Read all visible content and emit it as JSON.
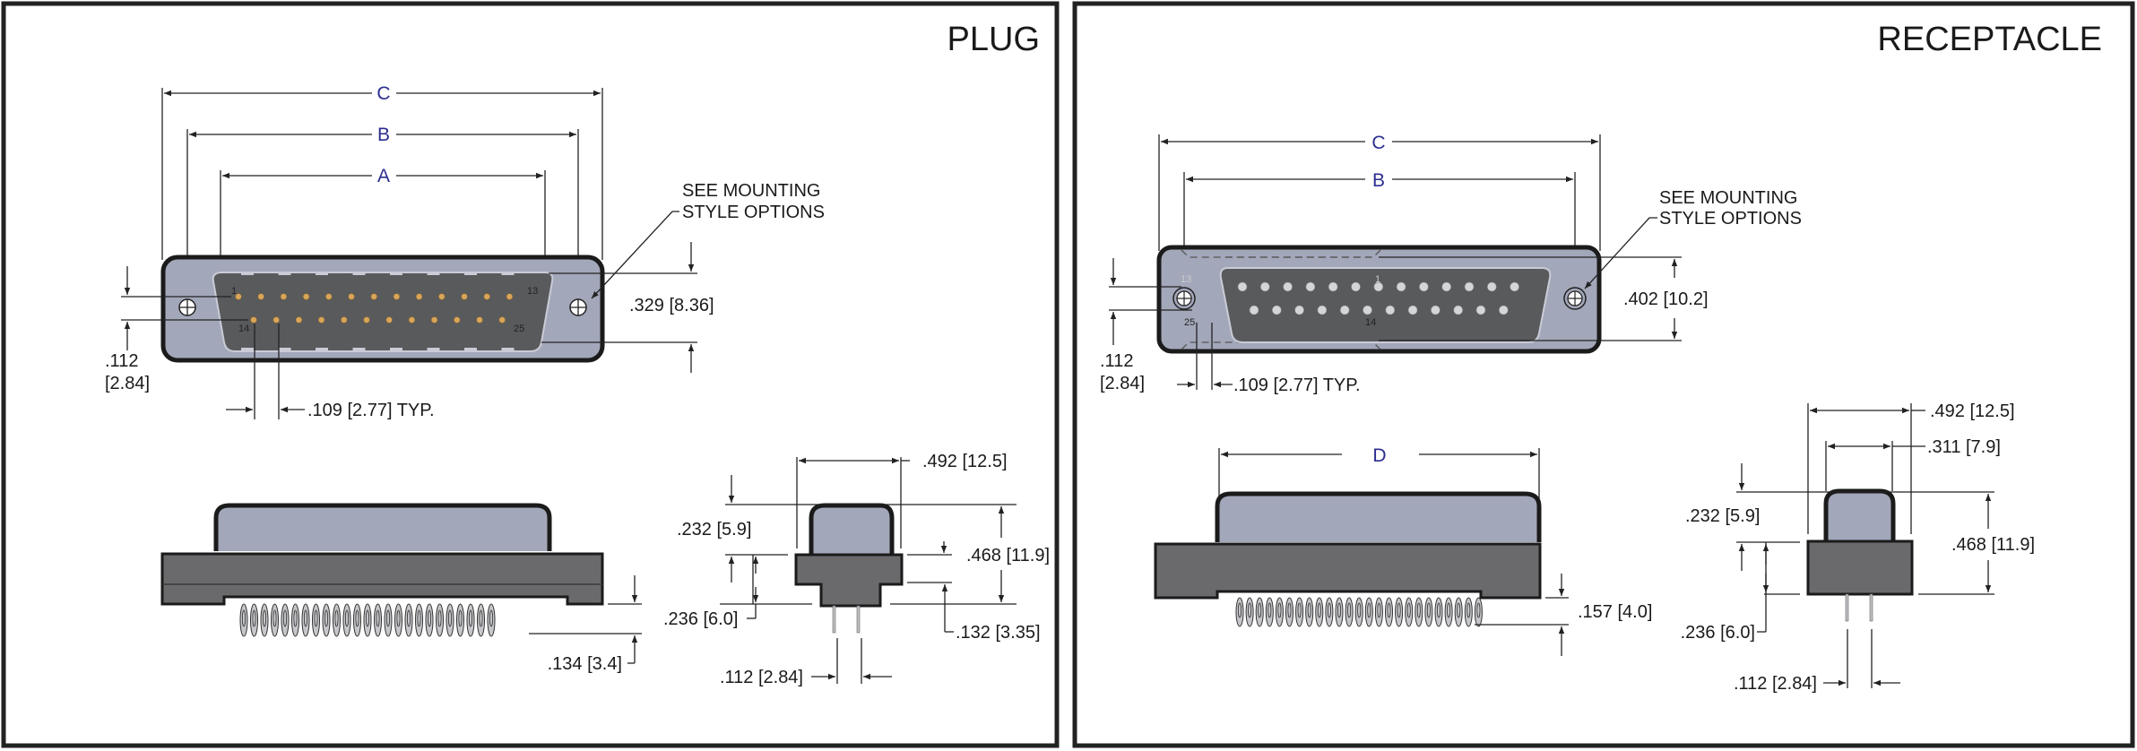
{
  "panels": [
    {
      "id": "plug",
      "title": "PLUG",
      "front_view": {
        "dimension_letters": [
          "C",
          "B",
          "A"
        ],
        "mounting_note": [
          "SEE MOUNTING",
          "STYLE OPTIONS"
        ],
        "height_dim": ".329 [8.36]",
        "row_spacing": [
          ".112",
          "[2.84]"
        ],
        "pin_pitch": ".109 [2.77] TYP.",
        "pin_labels": {
          "top_left": "1",
          "top_right": "13",
          "bottom_left": "14",
          "bottom_right": "25"
        },
        "pin_rows": [
          13,
          12
        ],
        "pin_color": "#d9a55a"
      },
      "side_view": {
        "pin_length": ".134 [3.4]"
      },
      "end_view": {
        "width": ".492 [12.5]",
        "shell_height": ".232 [5.9]",
        "overall_height": ".468 [11.9]",
        "base_height": ".236 [6.0]",
        "step_height": ".132 [3.35]",
        "pin_spacing": ".112 [2.84]"
      }
    },
    {
      "id": "receptacle",
      "title": "RECEPTACLE",
      "front_view": {
        "dimension_letters": [
          "C",
          "B"
        ],
        "mounting_note": [
          "SEE MOUNTING",
          "STYLE OPTIONS"
        ],
        "height_dim": ".402 [10.2]",
        "row_spacing": [
          ".112",
          "[2.84]"
        ],
        "pin_pitch": ".109 [2.77] TYP.",
        "pin_labels": {
          "top_left": "13",
          "top_right": "1",
          "bottom_left": "25",
          "bottom_right": "14"
        },
        "pin_rows": [
          13,
          12
        ],
        "pin_color": "#d4d5d8"
      },
      "side_view": {
        "dimension_letter": "D",
        "pin_length": ".157 [4.0]"
      },
      "end_view": {
        "width": ".492 [12.5]",
        "shell_width": ".311 [7.9]",
        "shell_height": ".232 [5.9]",
        "overall_height": ".468 [11.9]",
        "base_height": ".236 [6.0]",
        "pin_spacing": ".112 [2.84]"
      }
    }
  ],
  "colors": {
    "shell_body": "#a3a7ba",
    "insert": "#595a5c",
    "base": "#6a6a6c",
    "outline": "#1b1b1b",
    "dimension_letter": "#2b2d8f"
  }
}
